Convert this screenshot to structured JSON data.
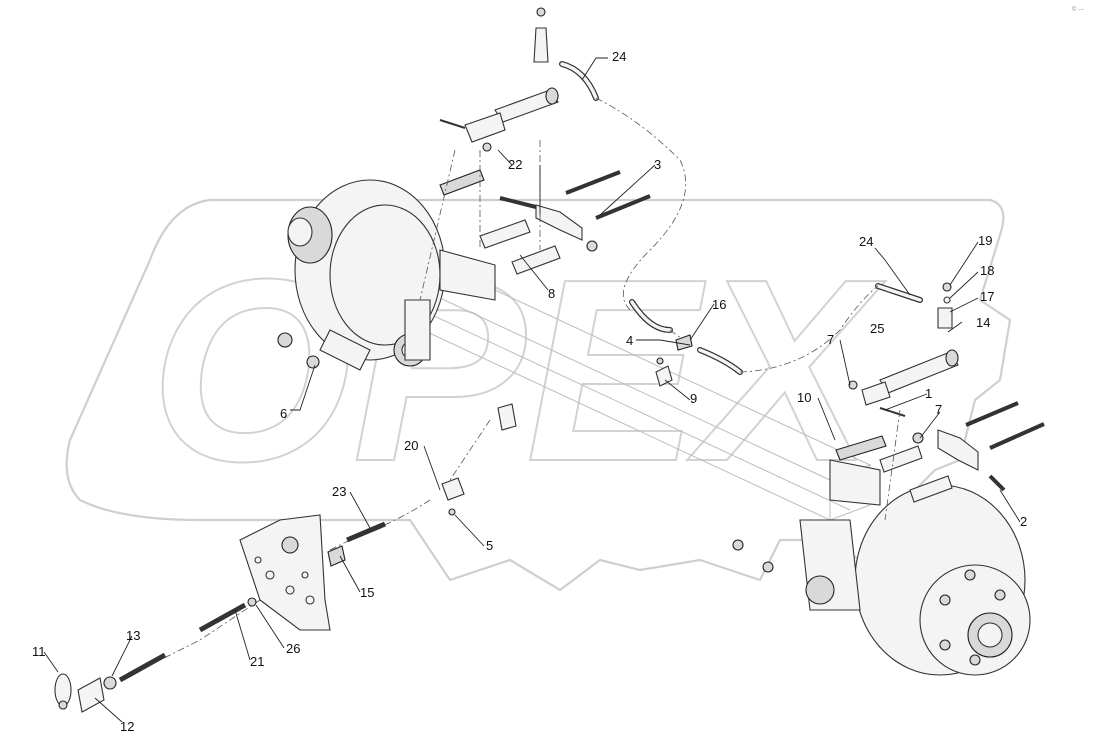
{
  "corner_mark": "© ---",
  "watermark": "OPEX",
  "callouts": {
    "c1": "1",
    "c2": "2",
    "c3": "3",
    "c4": "4",
    "c5": "5",
    "c6": "6",
    "c7a": "7",
    "c7b": "7",
    "c8": "8",
    "c9": "9",
    "c10": "10",
    "c11": "11",
    "c12": "12",
    "c13": "13",
    "c14": "14",
    "c15": "15",
    "c16": "16",
    "c17": "17",
    "c18": "18",
    "c19": "19",
    "c20": "20",
    "c21": "21",
    "c22": "22",
    "c23": "23",
    "c24a": "24",
    "c24b": "24",
    "c25": "25",
    "c26": "26"
  }
}
